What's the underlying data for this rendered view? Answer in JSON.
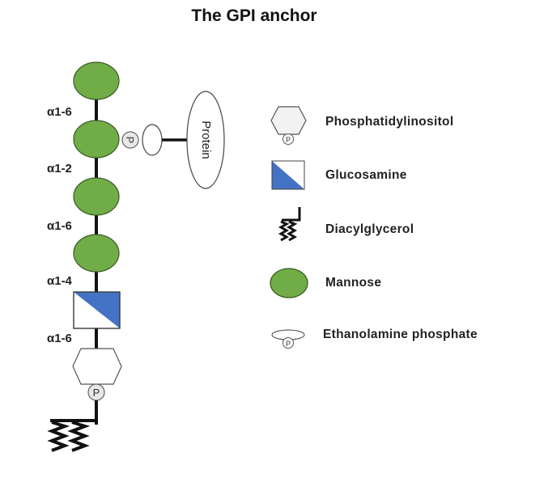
{
  "title": "The GPI anchor",
  "colors": {
    "mannose": "#70ad47",
    "glucosamine": "#4472c4",
    "outline": "#222222",
    "phosphate_fill": "#e8e8e8"
  },
  "structure": {
    "linkages": [
      "α1-6",
      "α1-2",
      "α1-6",
      "α1-4",
      "α1-6"
    ],
    "phosphate_label": "P",
    "protein_label": "Protein"
  },
  "legend": [
    {
      "icon": "phosphatidylinositol-icon",
      "label": "Phosphatidylinositol"
    },
    {
      "icon": "glucosamine-icon",
      "label": "Glucosamine"
    },
    {
      "icon": "diacylglycerol-icon",
      "label": "Diacylglycerol"
    },
    {
      "icon": "mannose-icon",
      "label": "Mannose"
    },
    {
      "icon": "ethanolamine-phosphate-icon",
      "label": "Ethanolamine phosphate"
    }
  ]
}
